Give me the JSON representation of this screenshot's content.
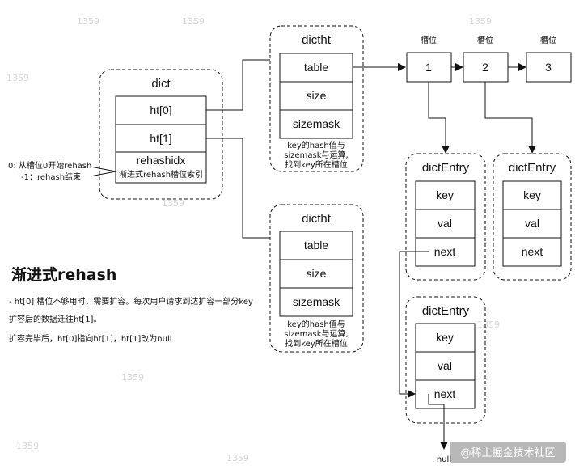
{
  "dict": {
    "title": "dict",
    "fields": [
      "ht[0]",
      "ht[1]",
      "rehashidx"
    ],
    "rehashidx_caption": "渐进式rehash槽位索引"
  },
  "side_note": {
    "line1": "0: 从槽位0开始rehash",
    "line2": "-1：rehash结束"
  },
  "dictht_top": {
    "title": "dictht",
    "fields": [
      "table",
      "size",
      "sizemask"
    ],
    "caption": [
      "key的hash值与",
      "sizemask与运算,",
      "找到key所在槽位"
    ]
  },
  "dictht_bottom": {
    "title": "dictht",
    "fields": [
      "table",
      "size",
      "sizemask"
    ],
    "caption": [
      "key的hash值与",
      "sizemask与运算,",
      "找到key所在槽位"
    ]
  },
  "slots": [
    {
      "label": "槽位",
      "value": "1"
    },
    {
      "label": "槽位",
      "value": "2"
    },
    {
      "label": "槽位",
      "value": "3"
    }
  ],
  "entry_1": {
    "title": "dictEntry",
    "fields": [
      "key",
      "val",
      "next"
    ]
  },
  "entry_2": {
    "title": "dictEntry",
    "fields": [
      "key",
      "val",
      "next"
    ]
  },
  "entry_3": {
    "title": "dictEntry",
    "fields": [
      "key",
      "val",
      "next"
    ]
  },
  "null_label": "null",
  "explanation": {
    "heading": "渐进式rehash",
    "line1": "- ht[0] 槽位不够用时，需要扩容。每次用户请求到达扩容一部分key",
    "line2": "扩容后的数据迁往ht[1]。",
    "line3": "扩容完毕后，ht[0]指向ht[1]，ht[1]改为null"
  },
  "credit": "@稀土掘金技术社区",
  "watermark": "1359"
}
